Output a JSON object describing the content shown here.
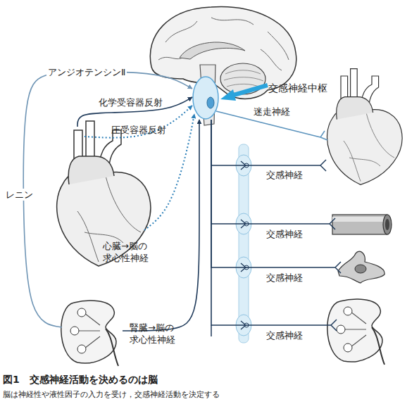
{
  "diagram": {
    "title": "図1　交感神経活動を決めるのは脳",
    "caption": "脳は神経性や液性因子の入力を受け，交感神経活動を決定する",
    "nodes": [
      {
        "text": [
          "交感神経中枢"
        ]
      },
      {
        "text": []
      },
      {
        "text": []
      },
      {
        "text": []
      },
      {
        "text": []
      },
      {
        "text": []
      },
      {
        "text": []
      }
    ],
    "edges": [
      {
        "from": 2,
        "to": 0,
        "label": "アンジオテンシンⅡ",
        "arrow": "to"
      },
      {
        "from": 1,
        "to": 0,
        "label": "化学受容器反射",
        "arrow": "to"
      },
      {
        "from": 1,
        "to": 0,
        "label": "圧受容器反射",
        "arrow": "to"
      },
      {
        "from": 1,
        "to": 0,
        "label": "心臓→脳の 求心性神経",
        "arrow": "to"
      },
      {
        "from": 2,
        "to": 0,
        "label": "腎臓→脳の 求心性神経",
        "arrow": "to"
      },
      {
        "from": 0,
        "to": 3,
        "label": "迷走神経",
        "arrow": "none"
      },
      {
        "from": 0,
        "to": 3,
        "label": "交感神経",
        "arrow": "none"
      },
      {
        "from": 0,
        "to": 4,
        "label": "交感神経",
        "arrow": "none"
      },
      {
        "from": 0,
        "to": 5,
        "label": "交感神経",
        "arrow": "none"
      },
      {
        "from": 0,
        "to": 6,
        "label": "交感神経",
        "arrow": "none"
      }
    ],
    "labels": [
      "レニン"
    ]
  }
}
